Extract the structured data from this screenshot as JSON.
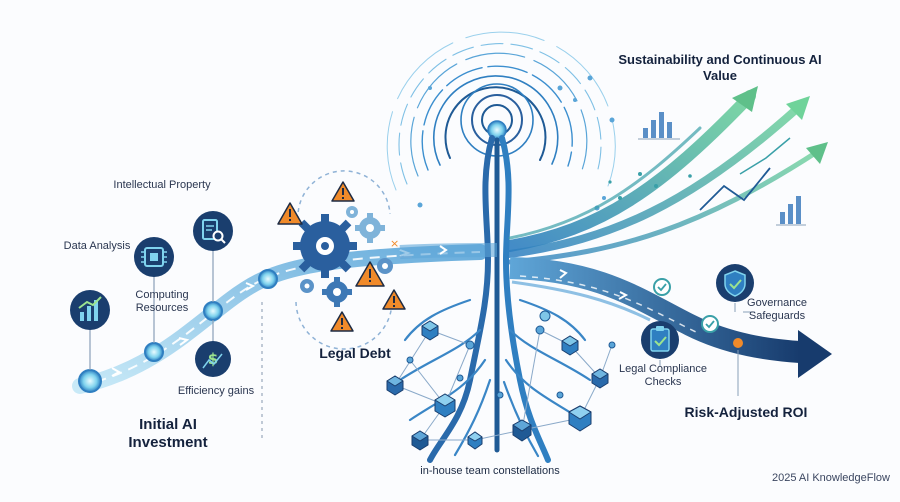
{
  "labels": {
    "initial_investment": "Initial AI Investment",
    "data_analysis": "Data Analysis",
    "intellectual_property": "Intellectual Property",
    "computing_resources": "Computing Resources",
    "efficiency_gains": "Efficiency gains",
    "legal_debt": "Legal Debt",
    "team_constellations": "in-house team constellations",
    "sustainability": "Sustainability and Continuous AI Value",
    "governance_safeguards": "Governance Safeguards",
    "legal_compliance_checks": "Legal Compliance Checks",
    "risk_adjusted_roi": "Risk-Adjusted ROI",
    "credit": "2025 AI KnowledgeFlow"
  },
  "icons": {
    "left_nodes": [
      "bar-chart-icon",
      "microchip-icon",
      "document-search-icon",
      "dollar-growth-icon"
    ],
    "legal_debt": [
      "gear-icon",
      "warning-triangle-icon"
    ],
    "right_nodes": [
      "shield-check-icon",
      "clipboard-check-icon"
    ]
  },
  "colors": {
    "navy": "#1a3e6e",
    "blue": "#2f7fc1",
    "light_blue": "#7fc6e8",
    "teal": "#3aa0a8",
    "green": "#5fc08a",
    "warning_orange": "#f08a2a",
    "text": "#14223d"
  }
}
